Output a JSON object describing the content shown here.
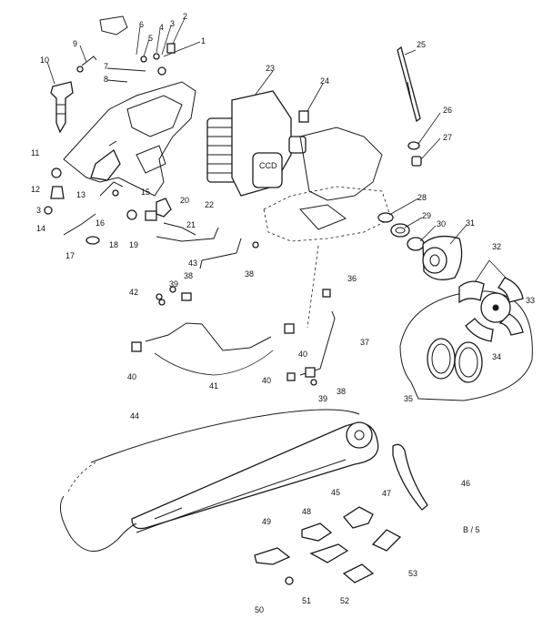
{
  "diagram": {
    "callouts": [
      "1",
      "2",
      "3",
      "4",
      "5",
      "6",
      "7",
      "8",
      "9",
      "10",
      "11",
      "12",
      "13",
      "14",
      "15",
      "16",
      "17",
      "18",
      "19",
      "20",
      "21",
      "22",
      "23",
      "24",
      "25",
      "26",
      "27",
      "28",
      "29",
      "30",
      "31",
      "32",
      "33",
      "34",
      "35",
      "36",
      "37",
      "38",
      "39",
      "40",
      "41",
      "42",
      "43",
      "44",
      "45",
      "46",
      "47",
      "48",
      "49",
      "50",
      "51",
      "52",
      "53"
    ],
    "page_ref": "B / 5"
  }
}
